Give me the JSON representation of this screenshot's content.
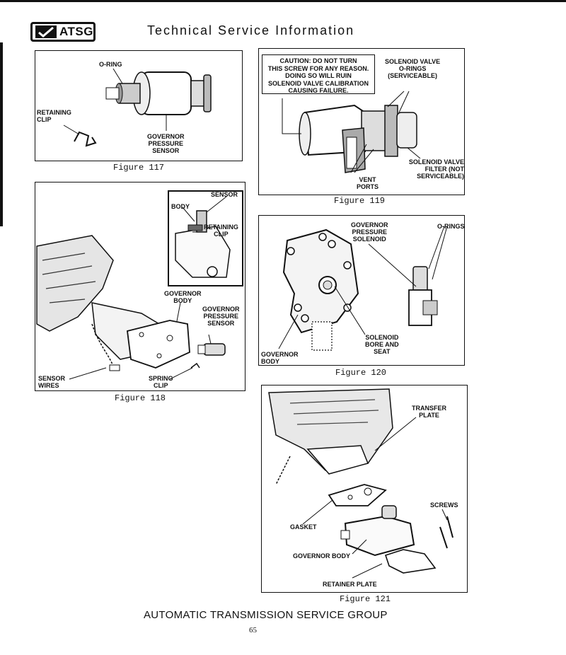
{
  "header": {
    "logo_text": "ATSG",
    "title": "Technical Service Information"
  },
  "figures": {
    "f117": {
      "caption": "Figure 117",
      "labels": {
        "oring": "O-RING",
        "retaining_clip": "RETAINING\nCLIP",
        "governor_sensor": "GOVERNOR\nPRESSURE\nSENSOR"
      }
    },
    "f118": {
      "caption": "Figure 118",
      "labels": {
        "sensor": "SENSOR",
        "body": "BODY",
        "retaining_clip": "RETAINING\nCLIP",
        "governor_body": "GOVERNOR\nBODY",
        "governor_sensor": "GOVERNOR\nPRESSURE\nSENSOR",
        "sensor_wires": "SENSOR\nWIRES",
        "spring_clip": "SPRING\nCLIP"
      }
    },
    "f119": {
      "caption": "Figure 119",
      "caution": "CAUTION: DO NOT TURN\nTHIS SCREW FOR ANY REASON.\nDOING SO WILL RUIN\nSOLENOID VALVE CALIBRATION\nCAUSING FAILURE.",
      "labels": {
        "orings": "SOLENOID VALVE\nO-RINGS\n(SERVICEABLE)",
        "filter": "SOLENOID VALVE\nFILTER (NOT SERVICEABLE)",
        "vent_ports": "VENT\nPORTS"
      }
    },
    "f120": {
      "caption": "Figure 120",
      "labels": {
        "gov_solenoid": "GOVERNOR\nPRESSURE\nSOLENOID",
        "orings": "O-RINGS",
        "bore_seat": "SOLENOID\nBORE AND\nSEAT",
        "governor_body": "GOVERNOR\nBODY"
      }
    },
    "f121": {
      "caption": "Figure 121",
      "labels": {
        "transfer_plate": "TRANSFER\nPLATE",
        "screws": "SCREWS",
        "gasket": "GASKET",
        "governor_body": "GOVERNOR BODY",
        "retainer_plate": "RETAINER PLATE"
      }
    }
  },
  "footer": {
    "org": "AUTOMATIC TRANSMISSION SERVICE GROUP",
    "page_number": "65"
  }
}
